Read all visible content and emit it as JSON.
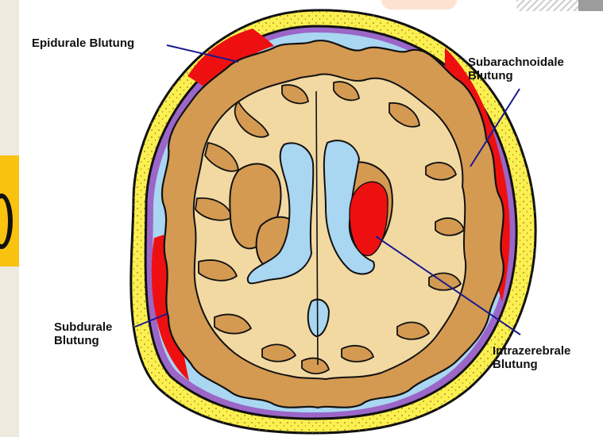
{
  "labels": {
    "epidural": "Epidurale Blutung",
    "subarachnoid": "Subarachnoidale\nBlutung",
    "subdural": "Subdurale\nBlutung",
    "intracerebral": "Intrazerebrale\nBlutung"
  },
  "colors": {
    "skull": "#fcf050",
    "dura": "#9b66c8",
    "csf": "#a9d6f1",
    "hemorrhage": "#ee1010",
    "gray_matter": "#d49a52",
    "white_matter": "#f2d9a2",
    "pointer_line": "#1a1a8c"
  }
}
